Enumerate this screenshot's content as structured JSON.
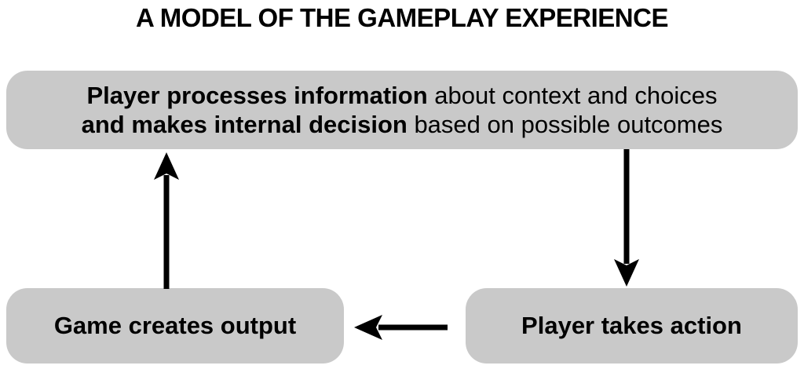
{
  "title": "A MODEL OF THE GAMEPLAY EXPERIENCE",
  "diagram": {
    "top_box": {
      "line1_bold": "Player processes information",
      "line1_rest": " about context and choices",
      "line2_bold": "and makes internal decision",
      "line2_rest": " based on possible outcomes"
    },
    "bottom_left_box": {
      "label": "Game creates output"
    },
    "bottom_right_box": {
      "label": "Player takes action"
    },
    "arrows": [
      {
        "name": "arrow-output-to-processing",
        "direction": "up"
      },
      {
        "name": "arrow-processing-to-action",
        "direction": "down"
      },
      {
        "name": "arrow-action-to-output",
        "direction": "left"
      }
    ],
    "colors": {
      "box_fill": "#c9c9c9",
      "arrow": "#000000",
      "text": "#000000",
      "background": "#ffffff"
    }
  }
}
